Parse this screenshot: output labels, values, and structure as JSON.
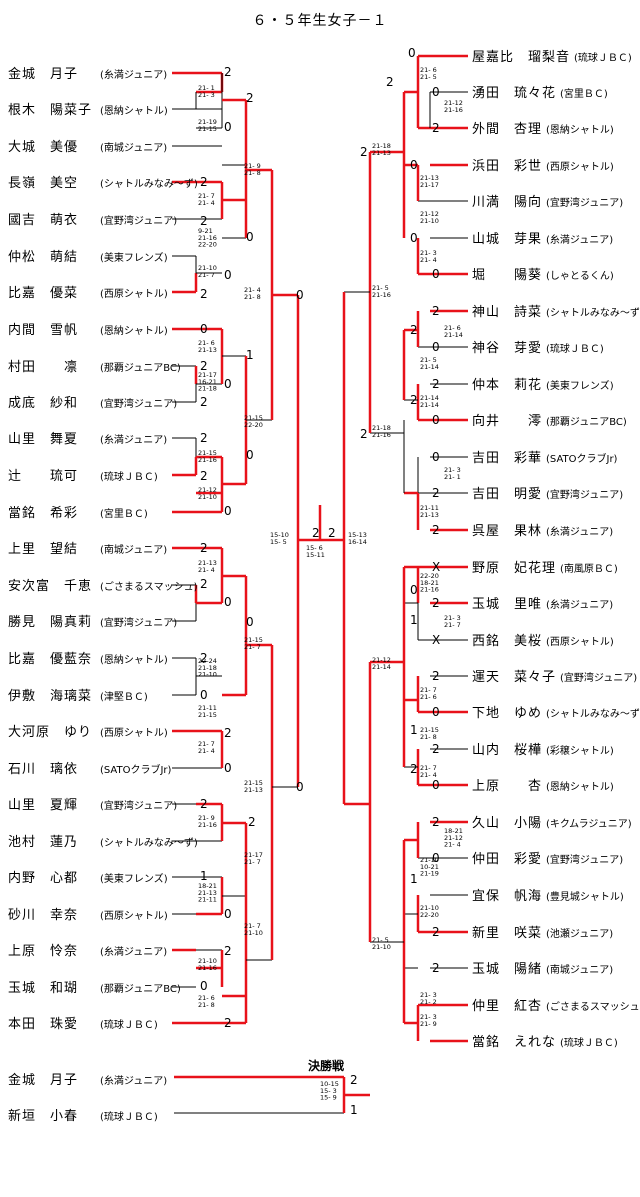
{
  "title": "６・５年生女子－１",
  "left_players": [
    {
      "name": "金城　月子",
      "club": "(糸満ジュニア)"
    },
    {
      "name": "根木　陽菜子",
      "club": "(恩納シャトル)"
    },
    {
      "name": "大城　美優",
      "club": "(南城ジュニア)"
    },
    {
      "name": "長嶺　美空",
      "club": "(シャトルみなみ～ず)"
    },
    {
      "name": "國吉　萌衣",
      "club": "(宜野湾ジュニア)"
    },
    {
      "name": "仲松　萌結",
      "club": "(美東フレンズ)"
    },
    {
      "name": "比嘉　優菜",
      "club": "(西原シャトル)"
    },
    {
      "name": "内間　雪帆",
      "club": "(恩納シャトル)"
    },
    {
      "name": "村田　　凛",
      "club": "(那覇ジュニアBC)"
    },
    {
      "name": "成底　紗和",
      "club": "(宜野湾ジュニア)"
    },
    {
      "name": "山里　舞夏",
      "club": "(糸満ジュニア)"
    },
    {
      "name": "辻　　琉可",
      "club": "(琉球ＪＢＣ)"
    },
    {
      "name": "當銘　希彩",
      "club": "(宮里ＢＣ)"
    },
    {
      "name": "上里　望結",
      "club": "(南城ジュニア)"
    },
    {
      "name": "安次富　千恵",
      "club": "(ごさまるスマッシュ)"
    },
    {
      "name": "勝見　陽真莉",
      "club": "(宜野湾ジュニア)"
    },
    {
      "name": "比嘉　優藍奈",
      "club": "(恩納シャトル)"
    },
    {
      "name": "伊敷　海璃菜",
      "club": "(津堅ＢＣ)"
    },
    {
      "name": "大河原　ゆり",
      "club": "(西原シャトル)"
    },
    {
      "name": "石川　璃依",
      "club": "(SATOクラブJr)"
    },
    {
      "name": "山里　夏輝",
      "club": "(宜野湾ジュニア)"
    },
    {
      "name": "池村　蓮乃",
      "club": "(シャトルみなみ～ず)"
    },
    {
      "name": "内野　心都",
      "club": "(美東フレンズ)"
    },
    {
      "name": "砂川　幸奈",
      "club": "(西原シャトル)"
    },
    {
      "name": "上原　怜奈",
      "club": "(糸満ジュニア)"
    },
    {
      "name": "玉城　和瑚",
      "club": "(那覇ジュニアBC)"
    },
    {
      "name": "本田　珠愛",
      "club": "(琉球ＪＢＣ)"
    }
  ],
  "right_players": [
    {
      "name": "屋嘉比　瑠梨音",
      "club": "(琉球ＪＢＣ)"
    },
    {
      "name": "湧田　琉々花",
      "club": "(宮里ＢＣ)"
    },
    {
      "name": "外間　杏理",
      "club": "(恩納シャトル)"
    },
    {
      "name": "浜田　彩世",
      "club": "(西原シャトル)"
    },
    {
      "name": "川満　陽向",
      "club": "(宜野湾ジュニア)"
    },
    {
      "name": "山城　芽果",
      "club": "(糸満ジュニア)"
    },
    {
      "name": "堀　　陽葵",
      "club": "(しゃとるくん)"
    },
    {
      "name": "神山　詩菜",
      "club": "(シャトルみなみ～ず)"
    },
    {
      "name": "神谷　芽愛",
      "club": "(琉球ＪＢＣ)"
    },
    {
      "name": "仲本　莉花",
      "club": "(美東フレンズ)"
    },
    {
      "name": "向井　　澪",
      "club": "(那覇ジュニアBC)"
    },
    {
      "name": "吉田　彩華",
      "club": "(SATOクラブJr)"
    },
    {
      "name": "吉田　明愛",
      "club": "(宜野湾ジュニア)"
    },
    {
      "name": "呉屋　果林",
      "club": "(糸満ジュニア)"
    },
    {
      "name": "野原　妃花理",
      "club": "(南風原ＢＣ)"
    },
    {
      "name": "玉城　里唯",
      "club": "(糸満ジュニア)"
    },
    {
      "name": "西銘　美桜",
      "club": "(西原シャトル)"
    },
    {
      "name": "運天　菜々子",
      "club": "(宜野湾ジュニア)"
    },
    {
      "name": "下地　ゆめ",
      "club": "(シャトルみなみ～ず)"
    },
    {
      "name": "山内　桜樺",
      "club": "(彩穣シャトル)"
    },
    {
      "name": "上原　　杏",
      "club": "(恩納シャトル)"
    },
    {
      "name": "久山　小陽",
      "club": "(キクムラジュニア)"
    },
    {
      "name": "仲田　彩愛",
      "club": "(宜野湾ジュニア)"
    },
    {
      "name": "宜保　帆海",
      "club": "(豊見城シャトル)"
    },
    {
      "name": "新里　咲菜",
      "club": "(池瀬ジュニア)"
    },
    {
      "name": "玉城　陽緒",
      "club": "(南城ジュニア)"
    },
    {
      "name": "仲里　紅杏",
      "club": "(ごさまるスマッシュ)"
    },
    {
      "name": "當銘　えれな",
      "club": "(琉球ＪＢＣ)"
    }
  ],
  "final": {
    "label": "決勝戦",
    "player1": {
      "name": "金城　月子",
      "club": "(糸満ジュニア)"
    },
    "player2": {
      "name": "新垣　小春",
      "club": "(琉球ＪＢＣ)"
    },
    "score1": "2",
    "score2": "1",
    "games": "10-15\n15- 3\n15- 9"
  },
  "match_marks": [
    "2",
    "2",
    "0",
    "2",
    "0",
    "2",
    "0",
    "2",
    "0",
    "1",
    "2",
    "2",
    "0",
    "2",
    "0",
    "2",
    "0",
    "2",
    "0",
    "2",
    "0",
    "2",
    "0",
    "2",
    "0",
    "2",
    "2",
    "1",
    "0",
    "2",
    "0",
    "2",
    "0",
    "0",
    "2",
    "2",
    "0",
    "2",
    "0",
    "2",
    "0",
    "2",
    "0",
    "0",
    "2",
    "0",
    "2",
    "2",
    "0",
    "2",
    "2",
    "0",
    "2",
    "2",
    "X",
    "0",
    "2",
    "X",
    "1",
    "2",
    "0",
    "1",
    "2",
    "0",
    "2",
    "2",
    "0",
    "1",
    "2",
    "2"
  ],
  "game_scores": [
    "21- 1\n21- 3",
    "21-19\n21-15",
    "21- 7\n21- 4",
    "9-21\n21-16\n22-20",
    "21-10\n21- 7",
    "21- 6\n21-13",
    "21-17\n16-21\n21-18",
    "21-15\n21-16",
    "21-12\n21-10",
    "21- 9\n21- 8",
    "21-15\n22-20",
    "21- 4\n21- 8",
    "21-13\n21- 4",
    "22-24\n21-18\n21-10",
    "21-11\n21-15",
    "21- 7\n21- 4",
    "21- 9\n21-16",
    "18-21\n21-13\n21-11",
    "21-10\n21-16",
    "21- 6\n21- 8",
    "21-15\n21- 7",
    "21-17\n21- 7",
    "21-15\n21-13",
    "21- 7\n21-10",
    "15-10\n15- 5",
    "15- 6\n15-11",
    "15-13\n16-14",
    "21- 6\n21- 5",
    "21-12\n21-16",
    "21-13\n21-17",
    "21-12\n21-10",
    "21- 3\n21- 4",
    "21-18\n21-13",
    "21- 5\n21-16",
    "21- 6\n21-14",
    "21- 5\n21-14",
    "21-14\n21-14",
    "21- 3\n21- 1",
    "21-11\n21-13",
    "21-18\n21-16",
    "22-20\n18-21\n21-16",
    "21- 3\n21- 7",
    "21- 7\n21- 6",
    "21-15\n21- 8",
    "21- 7\n21- 4",
    "21-12\n21-14",
    "18-21\n21-12\n21- 4",
    "21-10\n10-21\n21-19",
    "21-10\n22-20",
    "21- 3\n21- 2",
    "21- 3\n21- 9",
    "21- 5\n21-10"
  ]
}
